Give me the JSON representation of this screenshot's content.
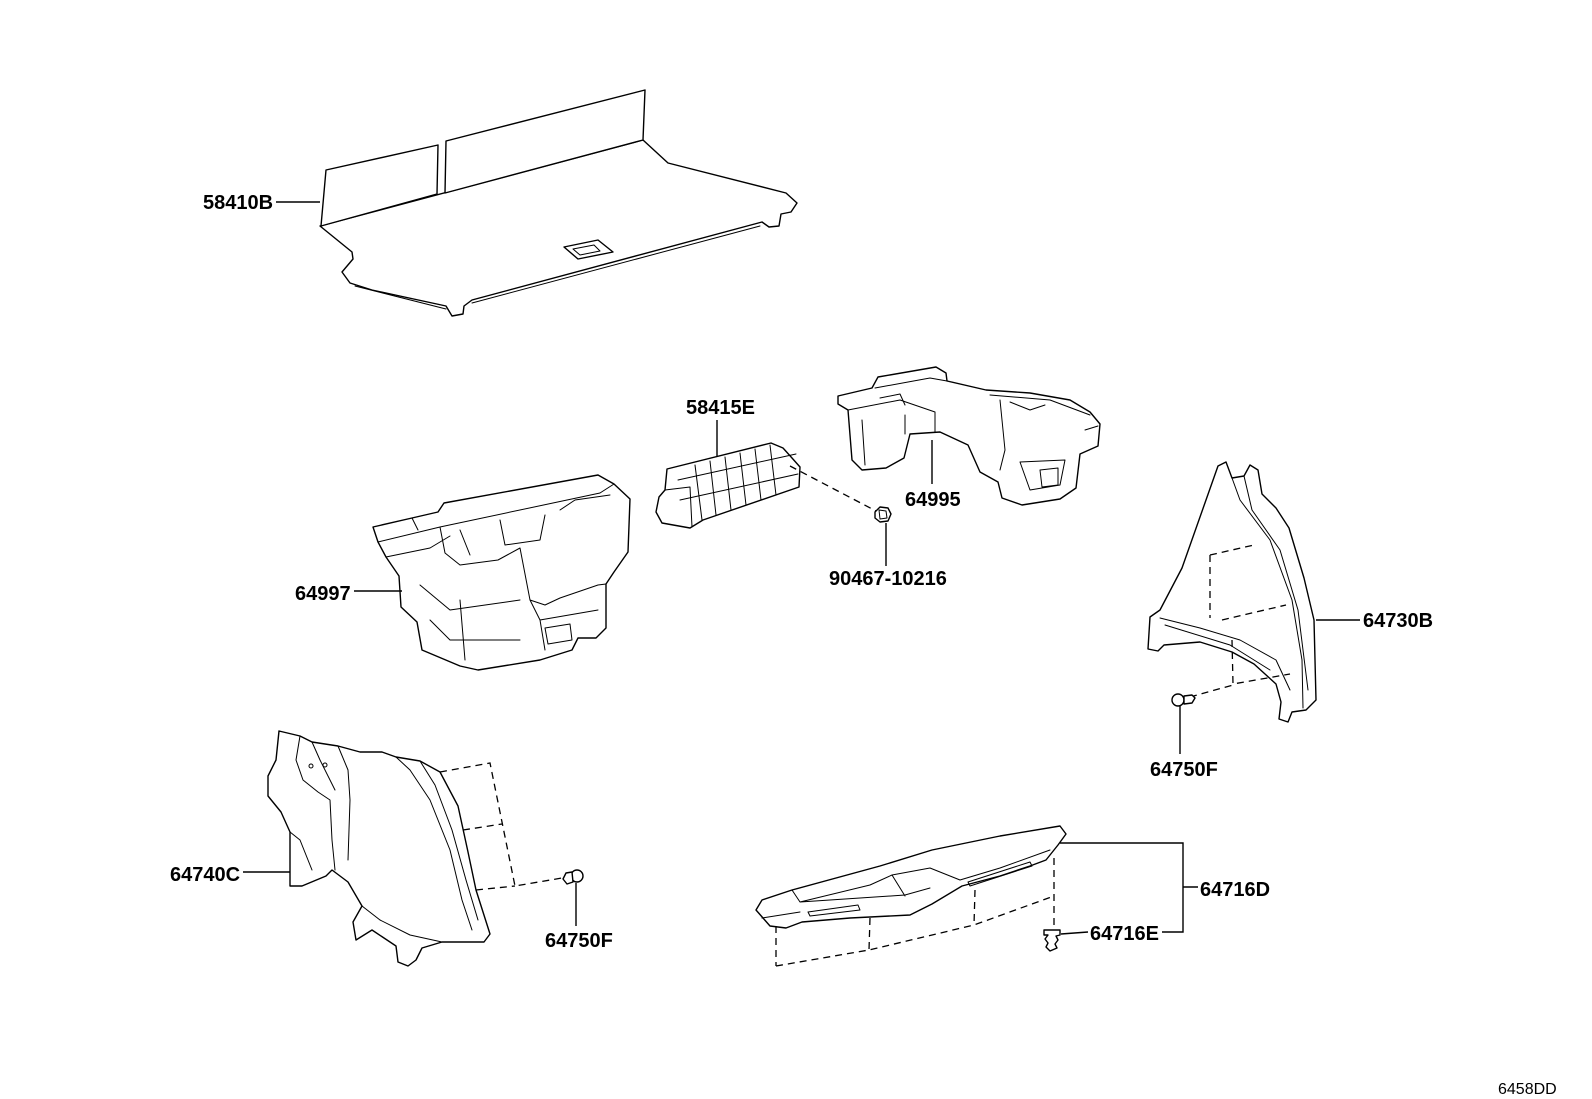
{
  "callouts": [
    {
      "label": "58410B"
    },
    {
      "label": "58415E"
    },
    {
      "label": "64995"
    },
    {
      "label": "90467-10216"
    },
    {
      "label": "64997"
    },
    {
      "label": "64730B"
    },
    {
      "label": "64750F"
    },
    {
      "label": "64740C"
    },
    {
      "label": "64750F"
    },
    {
      "label": "64716D"
    },
    {
      "label": "64716E"
    }
  ],
  "figure_code": "6458DD",
  "colors": {
    "line": "#000000",
    "background": "#ffffff"
  }
}
